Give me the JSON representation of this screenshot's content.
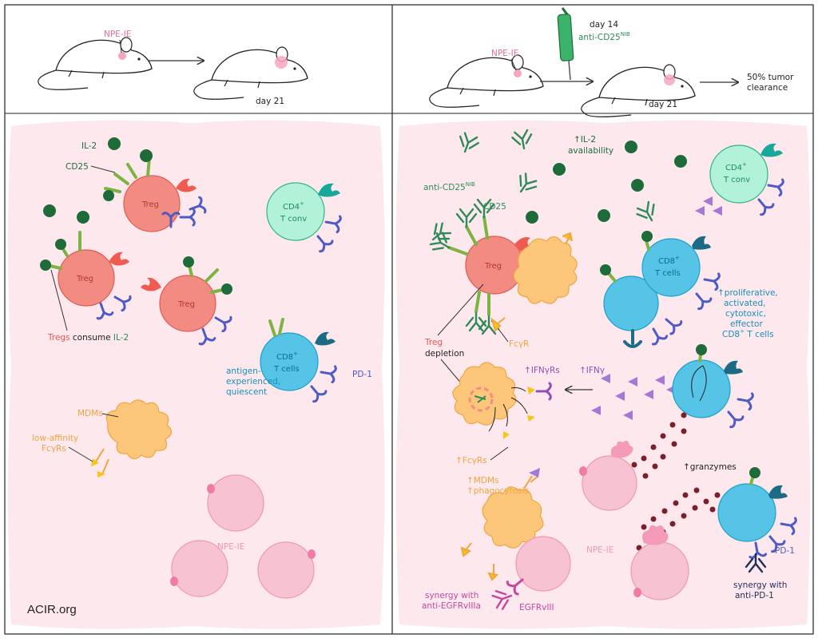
{
  "colors": {
    "treg": "#f28b82",
    "il2": "#1e6b3a",
    "cd25": "#7cb342",
    "anti_cd25": "#2e8b57",
    "cd4": "#b2f2d9",
    "cd8": "#56c4e6",
    "mdm": "#fcc77b",
    "tumor": "#f7c3d3",
    "ifng": "#a678d6",
    "granzyme": "#7a1f2b",
    "pd1": "#4f5bc4",
    "egfr": "#c4489f",
    "background": "#fde8ee"
  },
  "left": {
    "header": {
      "npe_ie": "NPE-IE",
      "day21": "day 21"
    },
    "labels": {
      "il2": "IL-2",
      "cd25": "CD25",
      "treg": "Treg",
      "tregs_consume_a": "Tregs",
      "tregs_consume_b": " consume ",
      "tregs_consume_c": "IL-2",
      "cd4_a": "CD4",
      "cd4_sup": "+",
      "cd4_b": "T conv",
      "cd8_a": "CD8",
      "cd8_sup": "+",
      "cd8_b": "T cells",
      "antigen_1": "antigen-",
      "antigen_2": "experienced,",
      "antigen_3": "quiescent",
      "pd1": "PD-1",
      "mdms": "MDMs",
      "fcgr_1": "low-affinity",
      "fcgr_2": "FcγRs",
      "npe_ie": "NPE-IE",
      "acir": "ACIR.org"
    }
  },
  "right": {
    "header": {
      "day14": "day 14",
      "anti_cd25": "anti-CD25",
      "nib": "NIB",
      "npe_ie": "NPE-IE",
      "day21": "day 21",
      "clearance_1": "50% tumor",
      "clearance_2": "clearance"
    },
    "labels": {
      "il2_1": "↑IL-2",
      "il2_2": "availability",
      "anti_cd25": "anti-CD25",
      "nib": "NIB",
      "cd25": "CD25",
      "treg": "Treg",
      "cd4_a": "CD4",
      "cd4_sup": "+",
      "cd4_b": "T conv",
      "cd8_a": "CD8",
      "cd8_sup": "+",
      "cd8_b": "T cells",
      "prolif_1": "↑proliferative,",
      "prolif_2": "activated,",
      "prolif_3": "cytotoxic,",
      "prolif_4": "effector",
      "prolif_5a": "CD8",
      "prolif_5sup": "+",
      "prolif_5b": " T cells",
      "fcgr": "FcγR",
      "treg_dep_1": "Treg",
      "treg_dep_2": "depletion",
      "ifngrs": "↑IFNγRs",
      "ifng": "↑IFNγ",
      "fcgrs": "↑FcγRs",
      "mdms_1": "↑MDMs",
      "mdms_2": "↑phagocytosis",
      "granzymes": "↑granzymes",
      "npe_ie": "NPE-IE",
      "pd1": "PD-1",
      "syn_pd1_1": "synergy with",
      "syn_pd1_2": "anti-PD-1",
      "syn_egfr_1": "synergy with",
      "syn_egfr_2": "anti-EGFRvIIIa",
      "egfr": "EGFRvIII"
    }
  }
}
